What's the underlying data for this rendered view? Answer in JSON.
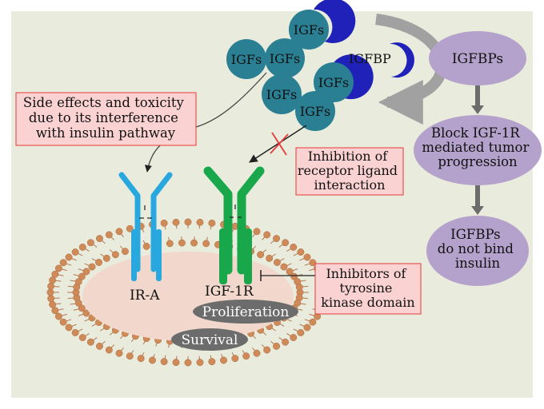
{
  "colors": {
    "background": "#e9ebdc",
    "igf_circle": "#2a7f93",
    "igfbp_crescent": "#1f21b8",
    "igfbps_ellipse": "#b5a2cc",
    "callout_fill": "#fbd2d2",
    "callout_border": "#e43a3a",
    "ir_a": "#29a8e0",
    "igf_1r": "#18a84b",
    "membrane_head": "#cf8a58",
    "membrane_inner": "#f2d7cd",
    "process_ellipse": "#6c6c6c",
    "arrow_gray": "#a1a1a1"
  },
  "ligands": {
    "igf_label": "IGFs",
    "igfbp_label": "IGFBP",
    "igf_count": 6
  },
  "callouts": {
    "side_effects": [
      "Side effects and toxicity",
      "due to its interference",
      "with insulin pathway"
    ],
    "inhibition": [
      "Inhibition of",
      "receptor ligand",
      "interaction"
    ],
    "tyrosine": [
      "Inhibitors of",
      "tyrosine",
      "kinase domain"
    ]
  },
  "flow": {
    "igfbps": "IGFBPs",
    "block": [
      "Block IGF-1R",
      "mediated tumor",
      "progression"
    ],
    "no_insulin": [
      "IGFBPs",
      "do not bind",
      "insulin"
    ]
  },
  "receptors": {
    "ir_a": "IR-A",
    "igf_1r": "IGF-1R"
  },
  "outcomes": {
    "proliferation": "Proliferation",
    "survival": "Survival"
  },
  "icons": {
    "inhibition_mark": "red-x",
    "tyrosine_inhibitor": "t-bar"
  }
}
